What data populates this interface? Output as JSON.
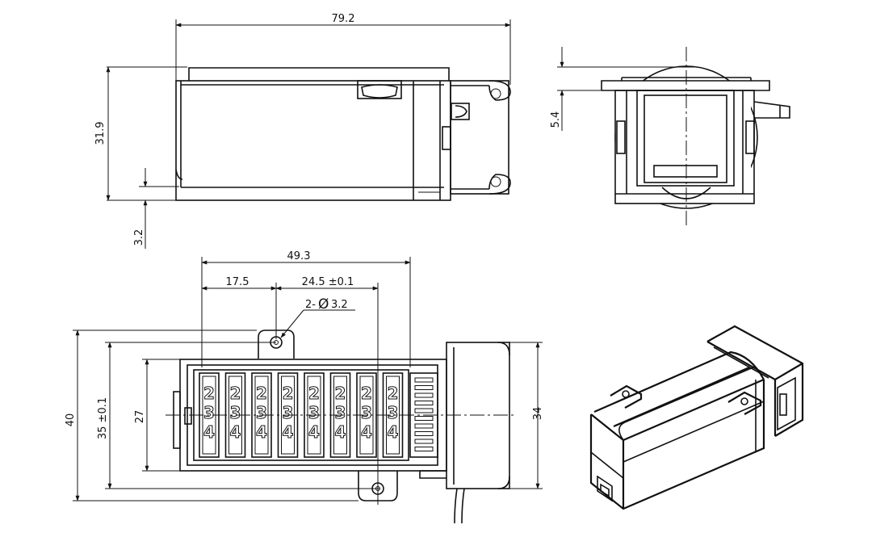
{
  "dimensions": {
    "top_length": "79.2",
    "top_height": "31.9",
    "top_base": "3.2",
    "side_offset": "5.4",
    "bottom_span": "49.3",
    "bottom_first": "17.5",
    "bottom_pitch": "24.5 ±0.1",
    "hole_prefix": "2-",
    "hole_symbol": "Ø",
    "hole_size": "3.2",
    "overall_height": "40",
    "mount_height": "35 ±0.1",
    "window_height": "27",
    "end_height": "34"
  },
  "counter_digits": [
    "2",
    "3",
    "4"
  ]
}
